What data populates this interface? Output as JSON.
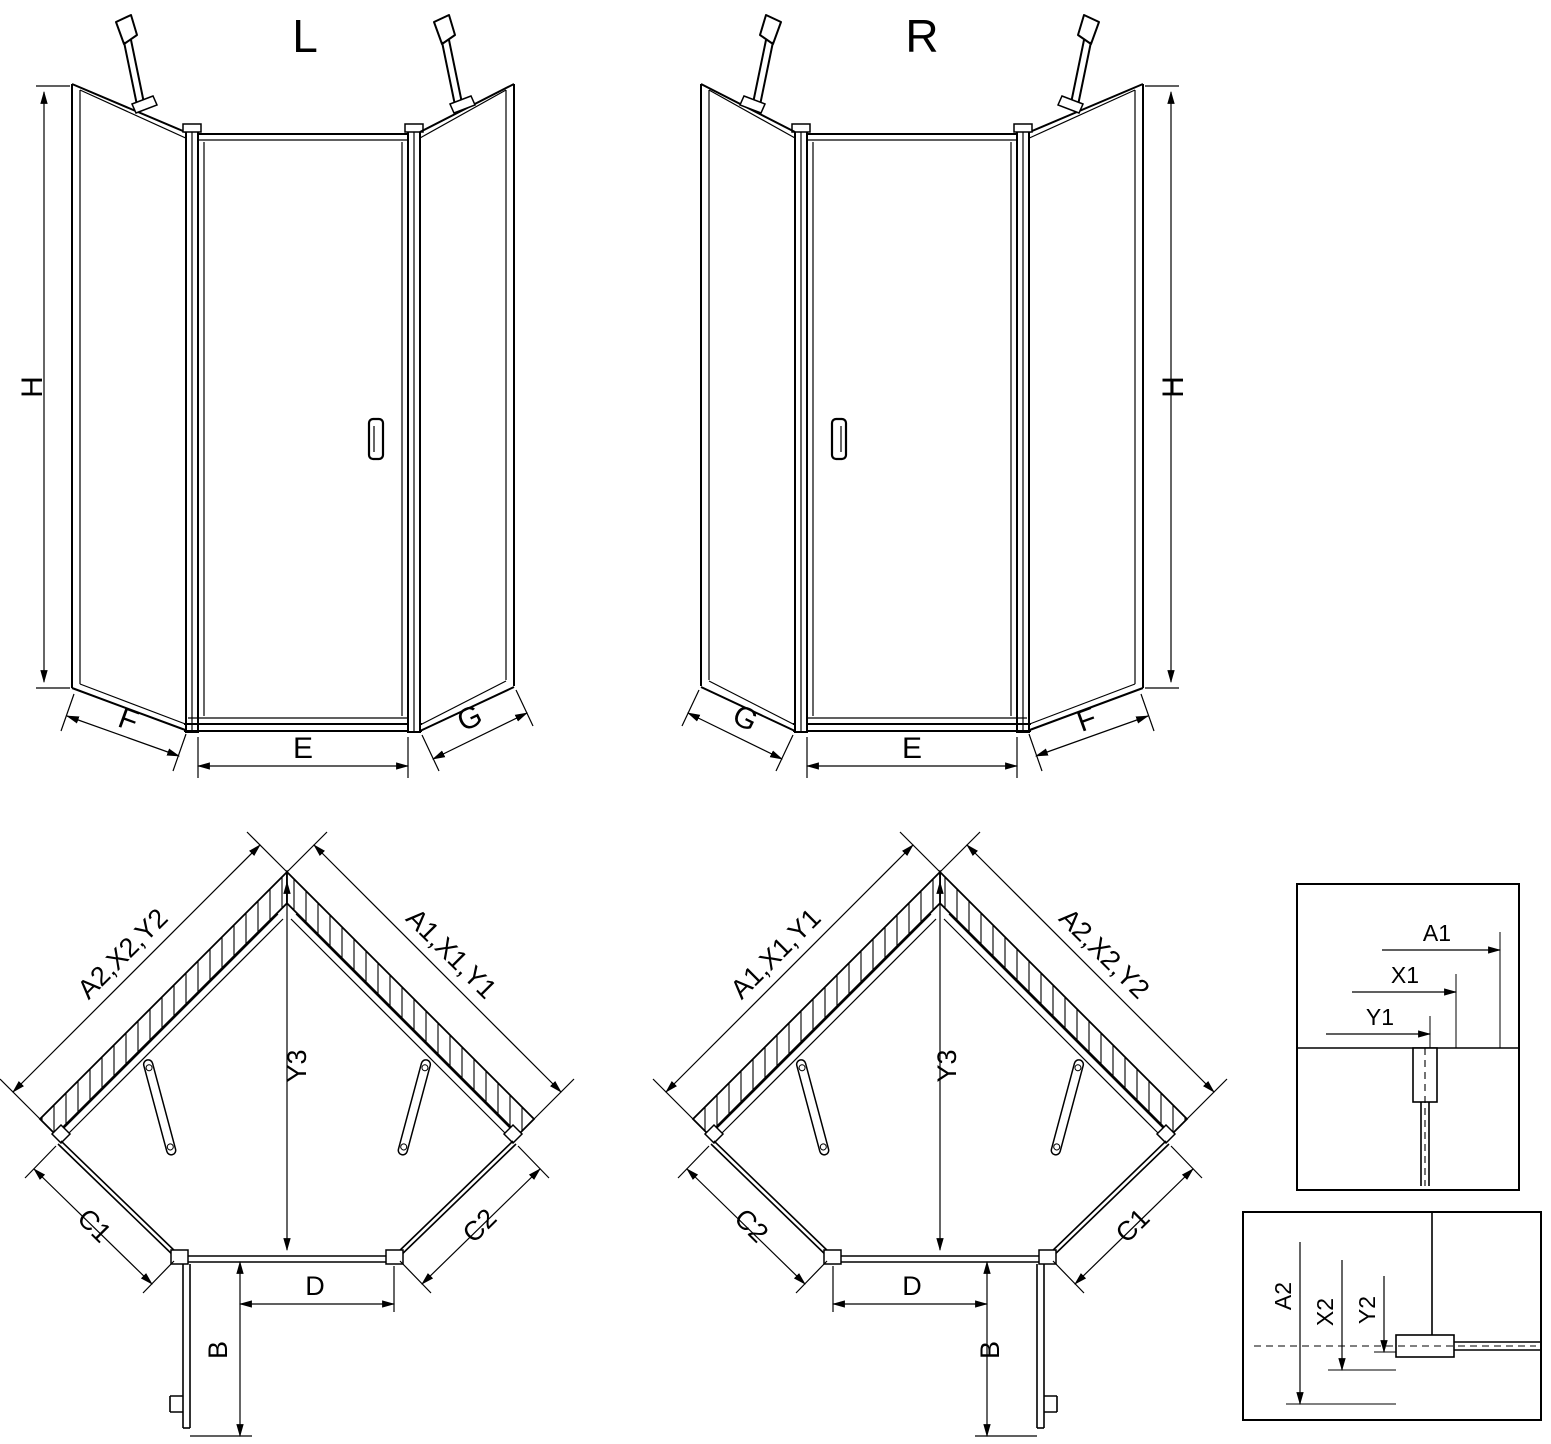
{
  "page": {
    "background": "#ffffff",
    "line_color": "#000000"
  },
  "front_left": {
    "title": "L",
    "dim_height": "H",
    "dim_side_left": "F",
    "dim_door_width": "E",
    "dim_side_right": "G"
  },
  "front_right": {
    "title": "R",
    "dim_height": "H",
    "dim_side_left": "G",
    "dim_door_width": "E",
    "dim_side_right": "F"
  },
  "plan_left": {
    "dim_wall_left": "A2,X2,Y2",
    "dim_wall_right": "A1,X1,Y1",
    "dim_depth": "Y3",
    "dim_glass_left": "C1",
    "dim_glass_right": "C2",
    "dim_front": "D",
    "dim_door_swing": "B"
  },
  "plan_right": {
    "dim_wall_left": "A1,X1,Y1",
    "dim_wall_right": "A2,X2,Y2",
    "dim_depth": "Y3",
    "dim_glass_left": "C2",
    "dim_glass_right": "C1",
    "dim_front": "D",
    "dim_door_swing": "B"
  },
  "detail_top": {
    "dim_a": "A1",
    "dim_x": "X1",
    "dim_y": "Y1"
  },
  "detail_bottom": {
    "dim_a": "A2",
    "dim_x": "X2",
    "dim_y": "Y2"
  }
}
